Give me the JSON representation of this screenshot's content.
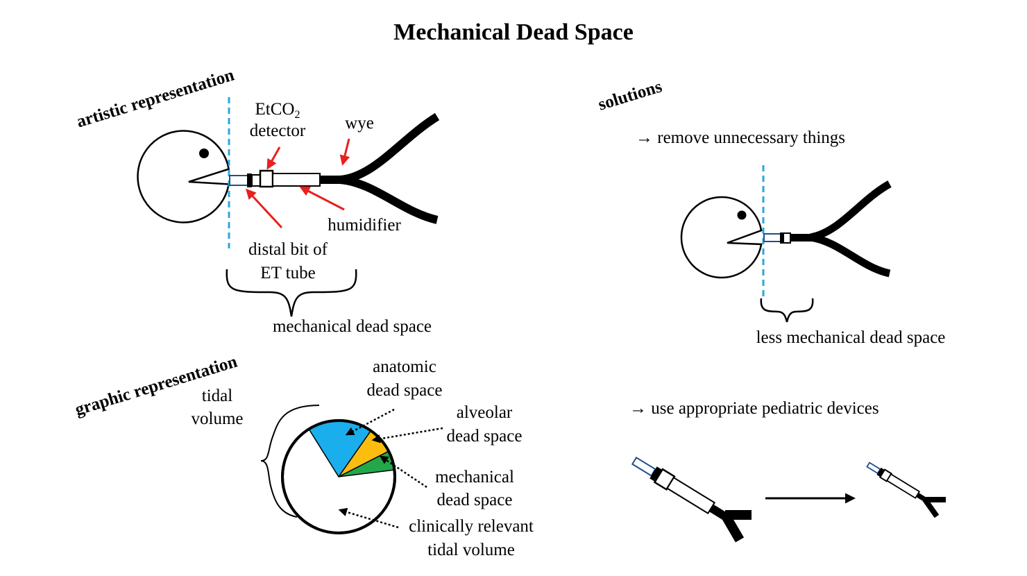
{
  "title": "Mechanical Dead Space",
  "artistic": {
    "heading": "artistic representation",
    "etco2_prefix": "EtCO",
    "etco2_sub": "2",
    "etco2_line2": "detector",
    "wye": "wye",
    "humidifier": "humidifier",
    "et_line1": "distal bit of",
    "et_line2": "ET tube",
    "mds": "mechanical dead space"
  },
  "solutions": {
    "heading": "solutions",
    "item1": "→ remove unnecessary things",
    "less": "less mechanical dead space",
    "item2": "→ use appropriate pediatric devices"
  },
  "graphic": {
    "heading": "graphic representation",
    "tidal_line1": "tidal",
    "tidal_line2": "volume",
    "anatomic_line1": "anatomic",
    "anatomic_line2": "dead space",
    "alveolar_line1": "alveolar",
    "alveolar_line2": "dead space",
    "mech_line1": "mechanical",
    "mech_line2": "dead space",
    "clin_line1": "clinically relevant",
    "clin_line2": "tidal volume",
    "slices": [
      {
        "name": "anatomic dead space",
        "color": "#1aaeec"
      },
      {
        "name": "alveolar dead space",
        "color": "#fbbd0f"
      },
      {
        "name": "mechanical dead space",
        "color": "#24a74a"
      }
    ]
  },
  "colors": {
    "arrow": "#e8201e",
    "dashed_line": "#2aa7df",
    "tube_outline": "#1f4e8c"
  }
}
